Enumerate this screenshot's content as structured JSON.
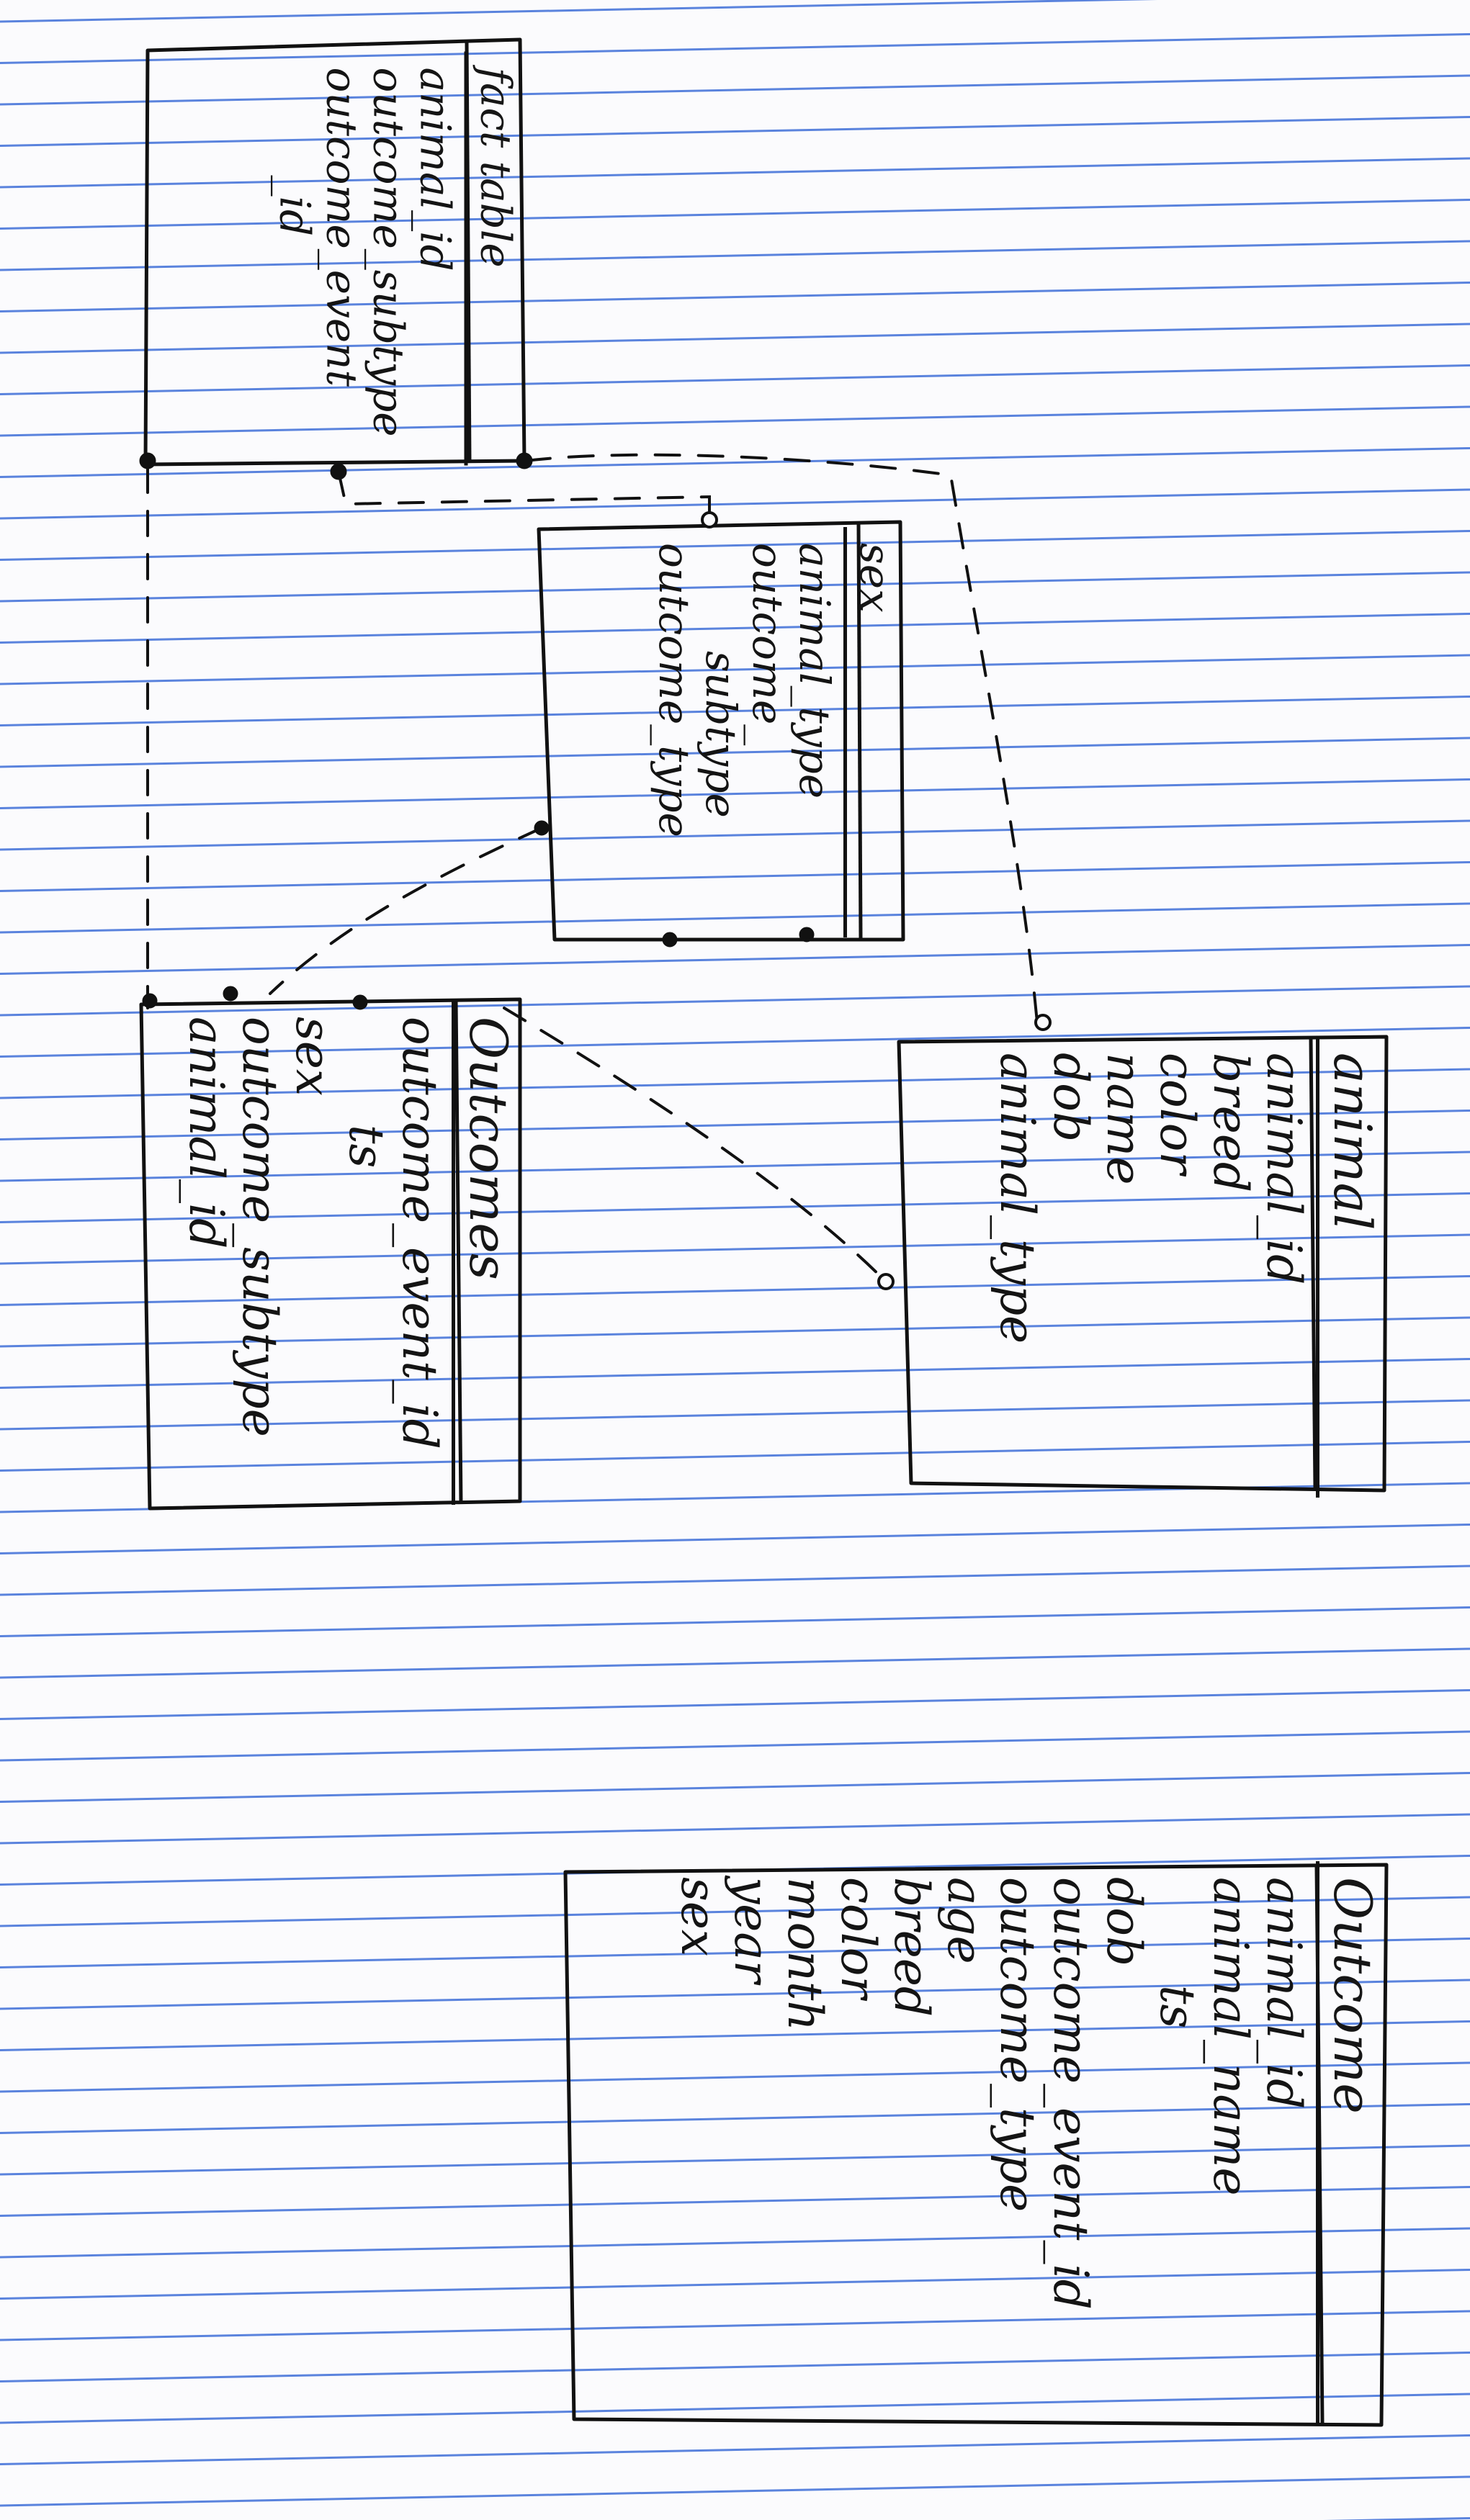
{
  "tables": {
    "fact_table": {
      "title": "fact table",
      "fields": [
        "animal_id",
        "outcome_subtype",
        "outcome_event",
        "_id"
      ]
    },
    "sex": {
      "title": "sex",
      "fields": [
        "animal_type",
        "outcome_",
        "subtype",
        "outcome_type"
      ]
    },
    "animal": {
      "title": "animal",
      "fields": [
        "animal_id",
        "breed",
        "color",
        "name",
        "dob",
        "animal_type"
      ]
    },
    "outcomes": {
      "title": "Outcomes",
      "fields": [
        "outcome_event_id",
        "ts",
        "sex",
        "outcome_subtype",
        "animal_id"
      ]
    },
    "outcome": {
      "title": "Outcome",
      "fields": [
        "animal_id",
        "animal_name",
        "ts",
        "dob",
        "outcome_event_id",
        "outcome_type",
        "age",
        "breed",
        "color",
        "month",
        "year",
        "sex"
      ]
    }
  },
  "colors": {
    "paper": "#fbfbfd",
    "rule_line": "#3f6fd8",
    "ink": "#111111"
  }
}
